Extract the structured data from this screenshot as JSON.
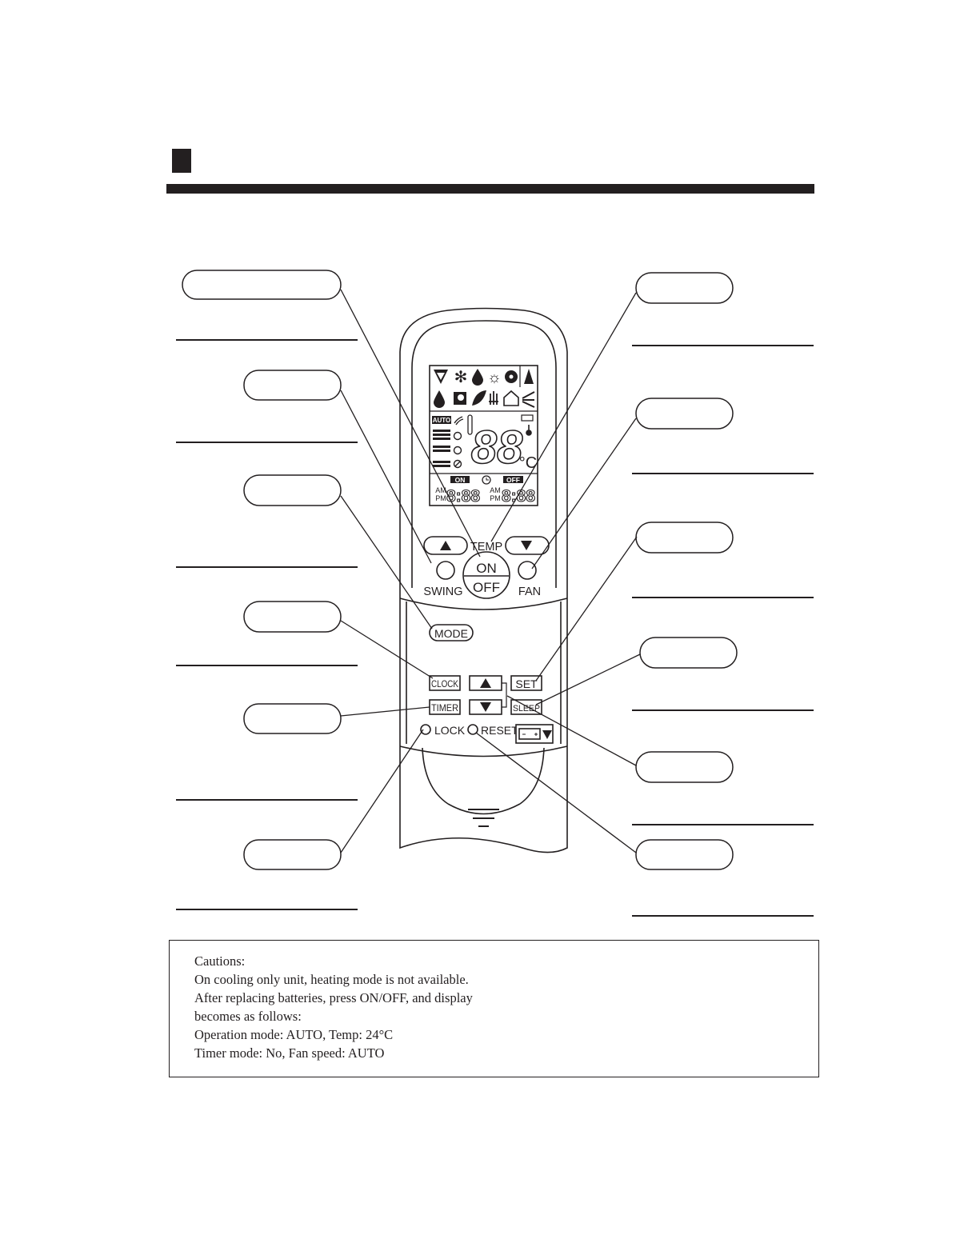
{
  "remote": {
    "temp_label": "TEMP",
    "on_label": "ON",
    "off_label": "OFF",
    "swing_label": "SWING",
    "fan_label": "FAN",
    "mode_label": "MODE",
    "clock_label": "CLOCK",
    "set_label": "SET",
    "timer_label": "TIMER",
    "sleep_label": "SLEEP",
    "lock_label": "LOCK",
    "reset_label": "RESET"
  },
  "display": {
    "auto_badge": "AUTO",
    "temp_digits": "88",
    "temp_unit": "°C",
    "timer_on_badge": "ON",
    "timer_off_badge": "OFF",
    "am": "AM",
    "pm": "PM",
    "on_time": "8:88",
    "off_time": "8:88",
    "mode_icons": [
      "auto-mode-icon",
      "cool-snowflake-icon",
      "dry-drop-icon",
      "heat-sun-icon",
      "fan-icon",
      "signal-icon"
    ],
    "function_icons": [
      "humidify-drop-icon",
      "sleep-moon-icon",
      "leaf-icon",
      "heater-icon",
      "house-icon",
      "airflow-icon"
    ]
  },
  "cautions": {
    "title": "Cautions:",
    "lines": [
      "On cooling only unit, heating mode is not available.",
      "After replacing batteries, press ON/OFF, and display",
      "becomes as follows:",
      "Operation mode: AUTO,  Temp: 24°C",
      "Timer mode: No, Fan speed: AUTO"
    ]
  },
  "colors": {
    "ink": "#231f20",
    "paper": "#ffffff"
  }
}
